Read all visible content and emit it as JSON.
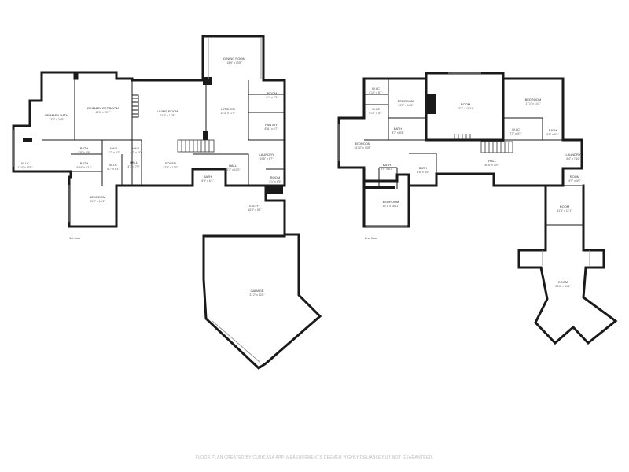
{
  "floors": [
    {
      "label": "1st floor",
      "rooms": [
        {
          "name": "PRIMARY BATH",
          "dims": "13'7\" x 24'5\""
        },
        {
          "name": "PRIMARY BEDROOM",
          "dims": "16'0\" x 20'1\""
        },
        {
          "name": "LIVING ROOM",
          "dims": "21'3\" x 17'5\""
        },
        {
          "name": "DINING ROOM",
          "dims": "15'9\" x 10'8\""
        },
        {
          "name": "ROOM",
          "dims": "8'1\" x 7'4\""
        },
        {
          "name": "KITCHEN",
          "dims": "15'3\" x 17'5\""
        },
        {
          "name": "PANTRY",
          "dims": "8'11\" x 6'7\""
        },
        {
          "name": "W.I.C",
          "dims": "11'4\" x 13'8\""
        },
        {
          "name": "BATH",
          "dims": "9'8\" x 6'5\""
        },
        {
          "name": "HALL",
          "dims": "3'7\" x 6'2\""
        },
        {
          "name": "HALL",
          "dims": "4'7\" x 6'0\""
        },
        {
          "name": "FOYER",
          "dims": "22'8\" x 13'0\""
        },
        {
          "name": "LAUNDRY",
          "dims": "10'8\" x 6'7\""
        },
        {
          "name": "BATH",
          "dims": "5'10\" x 4'11\""
        },
        {
          "name": "W.I.C",
          "dims": "6'7\" x 6'1\""
        },
        {
          "name": "HALL",
          "dims": "4'7\" x 7'0\""
        },
        {
          "name": "HALL",
          "dims": "21'1\" x 10'0\""
        },
        {
          "name": "BATH",
          "dims": "6'8\" x 6'1\""
        },
        {
          "name": "ROOM",
          "dims": "5'1\" x 6'5\""
        },
        {
          "name": "BEDROOM",
          "dims": "20'0\" x 15'1\""
        },
        {
          "name": "ENTRY",
          "dims": "16'3\" x 9'1\""
        },
        {
          "name": "GARAGE",
          "dims": "31'2\" x 40'8\""
        }
      ]
    },
    {
      "label": "2nd floor",
      "rooms": [
        {
          "name": "W.I.C",
          "dims": "6'10\" x 5'1\""
        },
        {
          "name": "W.I.C",
          "dims": "6'10\" x 5'1\""
        },
        {
          "name": "BEDROOM",
          "dims": "13'5\" x 14'6\""
        },
        {
          "name": "ROOM",
          "dims": "22'1\" x 18'11\""
        },
        {
          "name": "BEDROOM",
          "dims": "17'1\" x 14'2\""
        },
        {
          "name": "BATH",
          "dims": "8'1\" x 5'8\""
        },
        {
          "name": "W.I.C",
          "dims": "7'0\" x 3'4\""
        },
        {
          "name": "BATH",
          "dims": "5'9\" x 9'4\""
        },
        {
          "name": "BEDROOM",
          "dims": "16'10\" x 13'8\""
        },
        {
          "name": "BATH",
          "dims": "9'5\" x 6'3\""
        },
        {
          "name": "BATH",
          "dims": "4'6\" x 4'6\""
        },
        {
          "name": "HALL",
          "dims": "46'5\" x 10'5\""
        },
        {
          "name": "LAUNDRY",
          "dims": "6'4\" x 7'10\""
        },
        {
          "name": "ROOM",
          "dims": "5'9\" x 4'0\""
        },
        {
          "name": "BEDROOM",
          "dims": "13'1\" x 18'11\""
        },
        {
          "name": "ROOM",
          "dims": "11'8\" x 11'1\""
        },
        {
          "name": "ROOM",
          "dims": "23'6\" x 34'1\""
        }
      ]
    }
  ],
  "footer": "FLOOR PLAN CREATED BY CUBICASA APP. MEASUREMENTS DEEMED HIGHLY RELIABLE BUT NOT GUARANTEED."
}
